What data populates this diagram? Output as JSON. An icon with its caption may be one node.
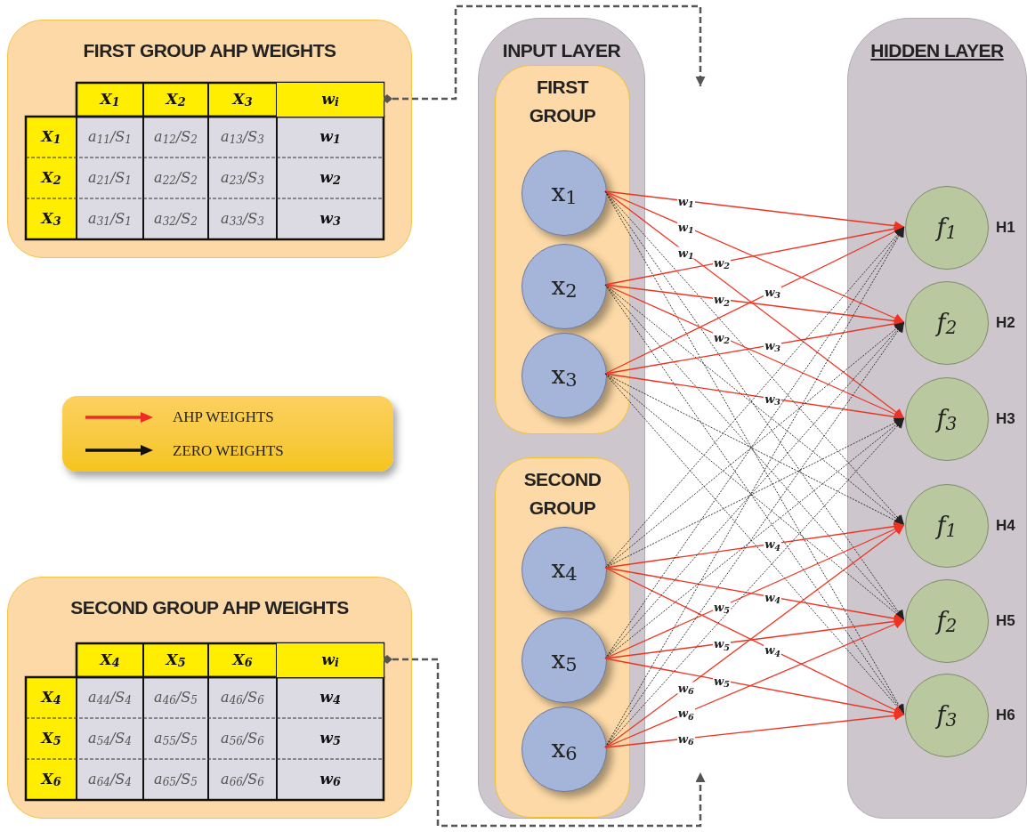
{
  "diagram": {
    "nodes": [
      {
        "text": [
          "FIRST GROUP AHP WEIGHTS"
        ]
      },
      {
        "text": [
          "w$_{i}$"
        ],
        "in": 0
      },
      {
        "text": [
          "SECOND GROUP AHP WEIGHTS"
        ]
      },
      {
        "text": [
          "w$_{i}$"
        ],
        "in": 2
      },
      {
        "text": [
          "INPUT LAYER"
        ]
      },
      {
        "text": [
          "FIRST GROUP"
        ],
        "in": 4
      },
      {
        "text": [
          "x$_{1}$"
        ],
        "in": 5
      },
      {
        "text": [
          "x$_{2}$"
        ],
        "in": 5
      },
      {
        "text": [
          "x$_{3}$"
        ],
        "in": 5
      },
      {
        "text": [
          "SECOND GROUP"
        ],
        "in": 4
      },
      {
        "text": [
          "x$_{4}$"
        ],
        "in": 9
      },
      {
        "text": [
          "x$_{5}$"
        ],
        "in": 9
      },
      {
        "text": [
          "x$_{6}$"
        ],
        "in": 9
      },
      {
        "text": [
          "HIDDEN LAYER"
        ]
      },
      {
        "text": [
          "f$_{1}$"
        ],
        "in": 13,
        "beside": [
          "H1"
        ]
      },
      {
        "text": [
          "f$_{2}$"
        ],
        "in": 13,
        "beside": [
          "H2"
        ]
      },
      {
        "text": [
          "f$_{3}$"
        ],
        "in": 13,
        "beside": [
          "H3"
        ]
      },
      {
        "text": [
          "f$_{1}$"
        ],
        "in": 13,
        "beside": [
          "H4"
        ]
      },
      {
        "text": [
          "f$_{2}$"
        ],
        "in": 13,
        "beside": [
          "H5"
        ]
      },
      {
        "text": [
          "f$_{3}$"
        ],
        "in": 13,
        "beside": [
          "H6"
        ]
      }
    ],
    "edges": [
      {
        "from": 1,
        "to": null,
        "arrow": "to",
        "style": "dashed",
        "color": "#555555"
      },
      {
        "from": 3,
        "to": null,
        "arrow": "to",
        "style": "dashed",
        "color": "#555555"
      },
      {
        "from": 6,
        "to": 14,
        "arrow": "to",
        "label": "w$_{1}$",
        "color": "#ee3322"
      },
      {
        "from": 6,
        "to": 15,
        "arrow": "to",
        "label": "w$_{1}$",
        "color": "#ee3322"
      },
      {
        "from": 6,
        "to": 16,
        "arrow": "to",
        "label": "w$_{1}$",
        "color": "#ee3322"
      },
      {
        "from": 6,
        "to": 17,
        "arrow": "to",
        "style": "dashed",
        "color": "#222222"
      },
      {
        "from": 6,
        "to": 18,
        "arrow": "to",
        "style": "dashed",
        "color": "#222222"
      },
      {
        "from": 6,
        "to": 19,
        "arrow": "to",
        "style": "dashed",
        "color": "#222222"
      },
      {
        "from": 7,
        "to": 14,
        "arrow": "to",
        "label": "w$_{2}$",
        "color": "#ee3322"
      },
      {
        "from": 7,
        "to": 15,
        "arrow": "to",
        "label": "w$_{2}$",
        "color": "#ee3322"
      },
      {
        "from": 7,
        "to": 16,
        "arrow": "to",
        "label": "w$_{2}$",
        "color": "#ee3322"
      },
      {
        "from": 7,
        "to": 17,
        "arrow": "to",
        "style": "dashed",
        "color": "#222222"
      },
      {
        "from": 7,
        "to": 18,
        "arrow": "to",
        "style": "dashed",
        "color": "#222222"
      },
      {
        "from": 7,
        "to": 19,
        "arrow": "to",
        "style": "dashed",
        "color": "#222222"
      },
      {
        "from": 8,
        "to": 14,
        "arrow": "to",
        "label": "w$_{3}$",
        "color": "#ee3322"
      },
      {
        "from": 8,
        "to": 15,
        "arrow": "to",
        "label": "w$_{3}$",
        "color": "#ee3322"
      },
      {
        "from": 8,
        "to": 16,
        "arrow": "to",
        "label": "w$_{3}$",
        "color": "#ee3322"
      },
      {
        "from": 8,
        "to": 17,
        "arrow": "to",
        "style": "dashed",
        "color": "#222222"
      },
      {
        "from": 8,
        "to": 18,
        "arrow": "to",
        "style": "dashed",
        "color": "#222222"
      },
      {
        "from": 8,
        "to": 19,
        "arrow": "to",
        "style": "dashed",
        "color": "#222222"
      },
      {
        "from": 10,
        "to": 14,
        "arrow": "to",
        "style": "dashed",
        "color": "#222222"
      },
      {
        "from": 10,
        "to": 15,
        "arrow": "to",
        "style": "dashed",
        "color": "#222222"
      },
      {
        "from": 10,
        "to": 16,
        "arrow": "to",
        "style": "dashed",
        "color": "#222222"
      },
      {
        "from": 10,
        "to": 17,
        "arrow": "to",
        "label": "w$_{4}$",
        "color": "#ee3322"
      },
      {
        "from": 10,
        "to": 18,
        "arrow": "to",
        "label": "w$_{4}$",
        "color": "#ee3322"
      },
      {
        "from": 10,
        "to": 19,
        "arrow": "to",
        "label": "w$_{4}$",
        "color": "#ee3322"
      },
      {
        "from": 11,
        "to": 14,
        "arrow": "to",
        "style": "dashed",
        "color": "#222222"
      },
      {
        "from": 11,
        "to": 15,
        "arrow": "to",
        "style": "dashed",
        "color": "#222222"
      },
      {
        "from": 11,
        "to": 16,
        "arrow": "to",
        "style": "dashed",
        "color": "#222222"
      },
      {
        "from": 11,
        "to": 17,
        "arrow": "to",
        "label": "w$_{5}$",
        "color": "#ee3322"
      },
      {
        "from": 11,
        "to": 18,
        "arrow": "to",
        "label": "w$_{5}$",
        "color": "#ee3322"
      },
      {
        "from": 11,
        "to": 19,
        "arrow": "to",
        "label": "w$_{5}$",
        "color": "#ee3322"
      },
      {
        "from": 12,
        "to": 14,
        "arrow": "to",
        "style": "dashed",
        "color": "#222222"
      },
      {
        "from": 12,
        "to": 15,
        "arrow": "to",
        "style": "dashed",
        "color": "#222222"
      },
      {
        "from": 12,
        "to": 16,
        "arrow": "to",
        "style": "dashed",
        "color": "#222222"
      },
      {
        "from": 12,
        "to": 17,
        "arrow": "to",
        "label": "w$_{6}$",
        "color": "#ee3322"
      },
      {
        "from": 12,
        "to": 18,
        "arrow": "to",
        "label": "w$_{6}$",
        "color": "#ee3322"
      },
      {
        "from": 12,
        "to": 19,
        "arrow": "to",
        "label": "w$_{6}$",
        "color": "#ee3322"
      }
    ],
    "labels": [
      "X$_{1}$",
      "X$_{2}$",
      "X$_{3}$",
      "X$_{1}$",
      "a$_{11}$/S$_{1}$",
      "a$_{12}$/S$_{2}$",
      "a$_{13}$/S$_{3}$",
      "w$_{1}$",
      "X$_{2}$",
      "a$_{21}$/S$_{1}$",
      "a$_{22}$/S$_{2}$",
      "a$_{23}$/S$_{3}$",
      "w$_{2}$",
      "X$_{3}$",
      "a$_{31}$/S$_{1}$",
      "a$_{32}$/S$_{2}$",
      "a$_{33}$/S$_{3}$",
      "w$_{3}$",
      "X$_{4}$",
      "X$_{5}$",
      "X$_{6}$",
      "X$_{4}$",
      "a$_{44}$/S$_{4}$",
      "a$_{46}$/S$_{5}$",
      "a$_{46}$/S$_{6}$",
      "w$_{4}$",
      "X$_{5}$",
      "a$_{54}$/S$_{4}$",
      "a$_{55}$/S$_{5}$",
      "a$_{56}$/S$_{6}$",
      "w$_{5}$",
      "X$_{6}$",
      "a$_{64}$/S$_{4}$",
      "a$_{65}$/S$_{5}$",
      "a$_{66}$/S$_{6}$",
      "w$_{6}$"
    ],
    "legend": [
      {
        "text": "AHP WEIGHTS"
      },
      {
        "text": "ZERO WEIGHTS"
      }
    ]
  }
}
